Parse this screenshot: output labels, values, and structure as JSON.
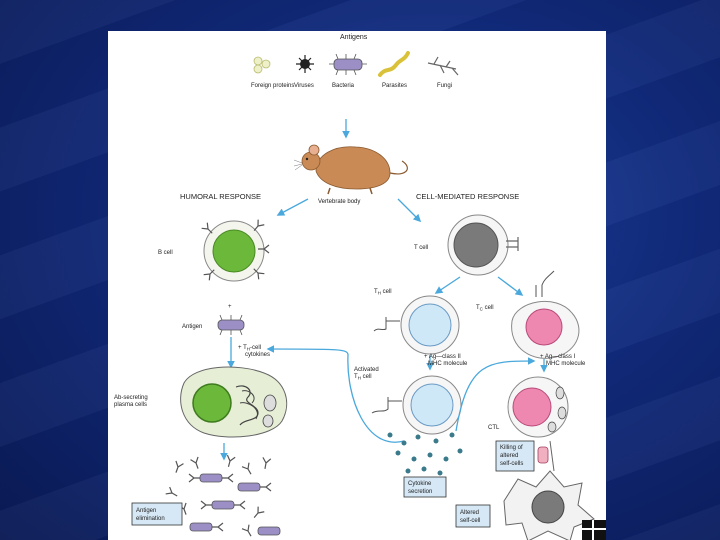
{
  "header": {
    "antigens": "Antigens"
  },
  "antigen_types": [
    "Foreign proteins",
    "Viruses",
    "Bacteria",
    "Parasites",
    "Fungi"
  ],
  "center": {
    "vertebrate_body": "Vertebrate body"
  },
  "humoral": {
    "title": "HUMORAL RESPONSE",
    "b_cell": "B cell",
    "antigen": "Antigen",
    "plus": "+",
    "th_cytokines": [
      "+ T",
      "H",
      "-cell",
      "cytokines"
    ],
    "plasma_cells": [
      "Ab-secreting",
      "plasma cells"
    ],
    "elimination": [
      "Antigen",
      "elimination"
    ]
  },
  "cell_mediated": {
    "title": "CELL-MEDIATED RESPONSE",
    "t_cell": "T cell",
    "th_cell": [
      "T",
      "H",
      " cell"
    ],
    "tc_cell": [
      "T",
      "C",
      " cell"
    ],
    "class_ii": [
      "+ Ag—class II",
      "MHC molecule"
    ],
    "class_i": [
      "+ Ag—class I",
      "MHC molecule"
    ],
    "activated_th": [
      "Activated",
      "T",
      "H",
      " cell"
    ],
    "ctl": "CTL",
    "killing": [
      "Killing of",
      "altered",
      "self-cells"
    ],
    "cytokine_secretion": [
      "Cytokine",
      "secretion"
    ],
    "altered_self_cell": [
      "Altered",
      "self-cell"
    ]
  },
  "colors": {
    "background": "#10297a",
    "arrow": "#4aa8dc",
    "b_cell_nucleus": "#6bb83a",
    "t_cell_nucleus": "#7a7a7a",
    "th_cell_nucleus": "#cfe8f8",
    "tc_cell_nucleus": "#ee88b0",
    "plasma_cytoplasm": "#e6efd6",
    "bacteria_body": "#9b8fc6",
    "parasite": "#d9c23a",
    "mouse": "#c98a55",
    "label_box": "#d6e8f6"
  },
  "icons": [
    "foreign-protein-icon",
    "virus-icon",
    "bacterium-icon",
    "parasite-icon",
    "fungus-icon",
    "mouse-icon",
    "antibody-icon"
  ]
}
